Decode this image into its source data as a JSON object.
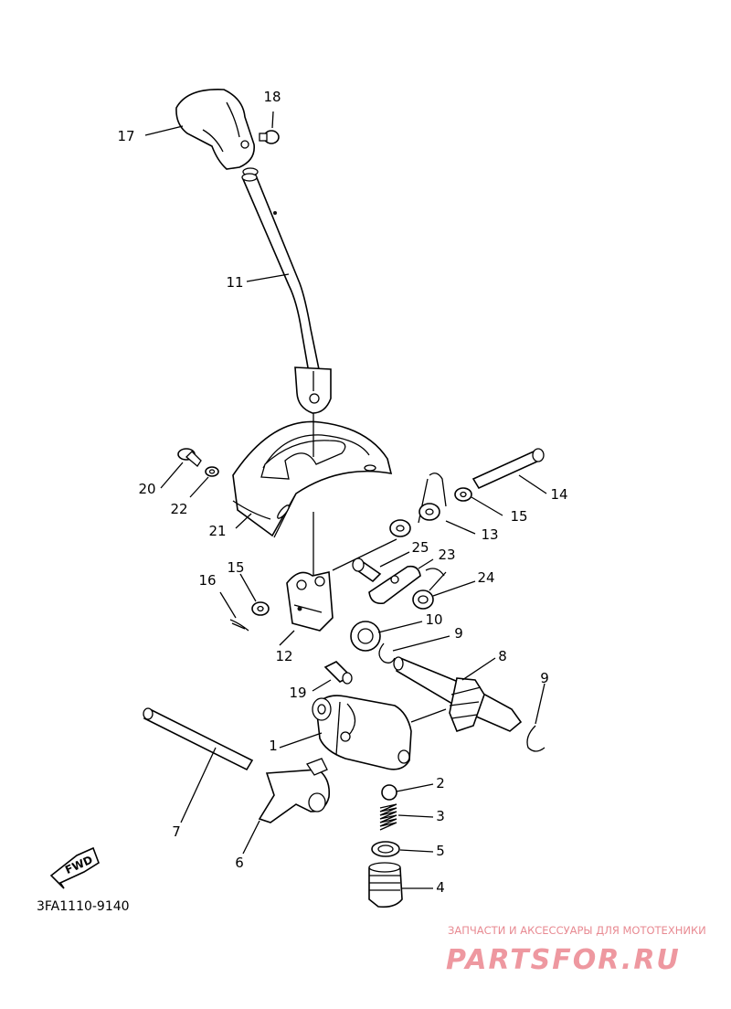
{
  "callouts": [
    {
      "id": "17",
      "text": "17"
    },
    {
      "id": "18",
      "text": "18"
    },
    {
      "id": "11",
      "text": "11"
    },
    {
      "id": "20",
      "text": "20"
    },
    {
      "id": "22",
      "text": "22"
    },
    {
      "id": "21",
      "text": "21"
    },
    {
      "id": "14",
      "text": "14"
    },
    {
      "id": "15a",
      "text": "15"
    },
    {
      "id": "13",
      "text": "13"
    },
    {
      "id": "25",
      "text": "25"
    },
    {
      "id": "23",
      "text": "23"
    },
    {
      "id": "24",
      "text": "24"
    },
    {
      "id": "16",
      "text": "16"
    },
    {
      "id": "15b",
      "text": "15"
    },
    {
      "id": "12",
      "text": "12"
    },
    {
      "id": "10",
      "text": "10"
    },
    {
      "id": "9a",
      "text": "9"
    },
    {
      "id": "8",
      "text": "8"
    },
    {
      "id": "19",
      "text": "19"
    },
    {
      "id": "9b",
      "text": "9"
    },
    {
      "id": "1",
      "text": "1"
    },
    {
      "id": "2",
      "text": "2"
    },
    {
      "id": "3",
      "text": "3"
    },
    {
      "id": "5",
      "text": "5"
    },
    {
      "id": "4",
      "text": "4"
    },
    {
      "id": "7",
      "text": "7"
    },
    {
      "id": "6",
      "text": "6"
    }
  ],
  "fwd_label": "FWD",
  "diagram_code": "3FA1110-9140",
  "watermark": {
    "tagline": "ЗАПЧАСТИ И АКСЕССУАРЫ ДЛЯ МОТОТЕХНИКИ",
    "logo_text": "PARTSFOR.RU",
    "color": "#ee98a0"
  }
}
